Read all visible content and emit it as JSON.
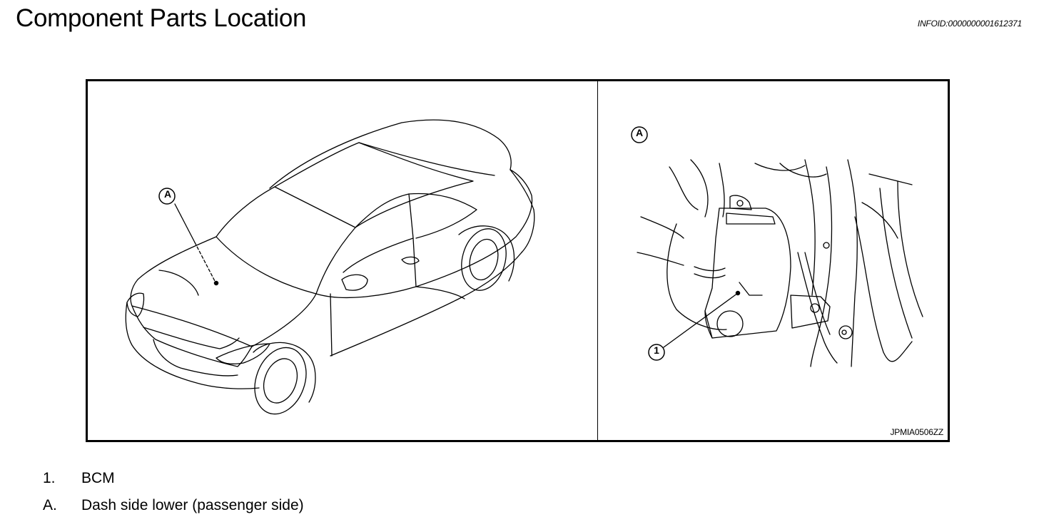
{
  "page": {
    "title": "Component Parts Location",
    "info_id": "INFOID:0000000001612371"
  },
  "figure": {
    "code": "JPMIA0506ZZ",
    "callout_a": "A",
    "callout_1": "1"
  },
  "legend": [
    {
      "key": "1.",
      "text": "BCM"
    },
    {
      "key": "A.",
      "text": "Dash side lower (passenger side)"
    }
  ]
}
